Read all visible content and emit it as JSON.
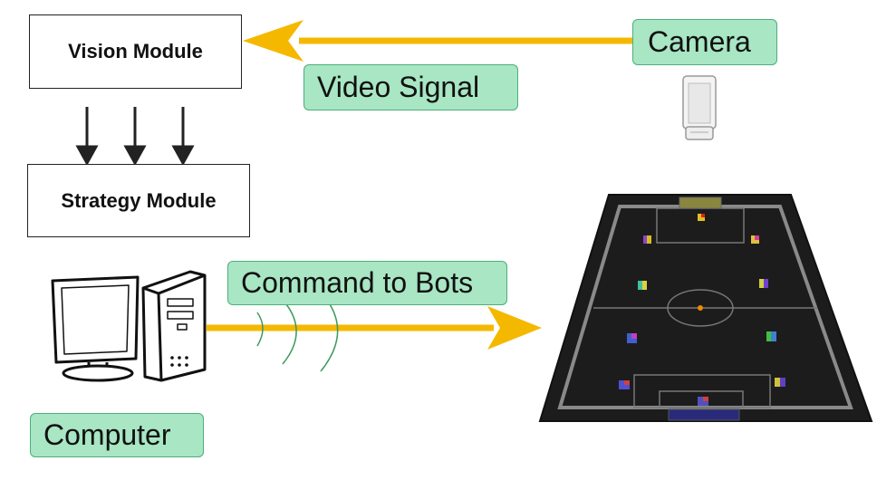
{
  "modules": {
    "vision": "Vision Module",
    "strategy": "Strategy Module"
  },
  "labels": {
    "camera": "Camera",
    "video_signal": "Video Signal",
    "command": "Command to Bots",
    "computer": "Computer"
  },
  "colors": {
    "arrow": "#f5b800",
    "label_fill": "#a8e6c4",
    "label_border": "#4caf7a",
    "wave": "#3d9a5e",
    "field": "#1c1c1c"
  },
  "icons": [
    "camera-icon",
    "computer-monitor-icon",
    "computer-tower-icon",
    "soccer-field-icon",
    "signal-wave-icon"
  ]
}
